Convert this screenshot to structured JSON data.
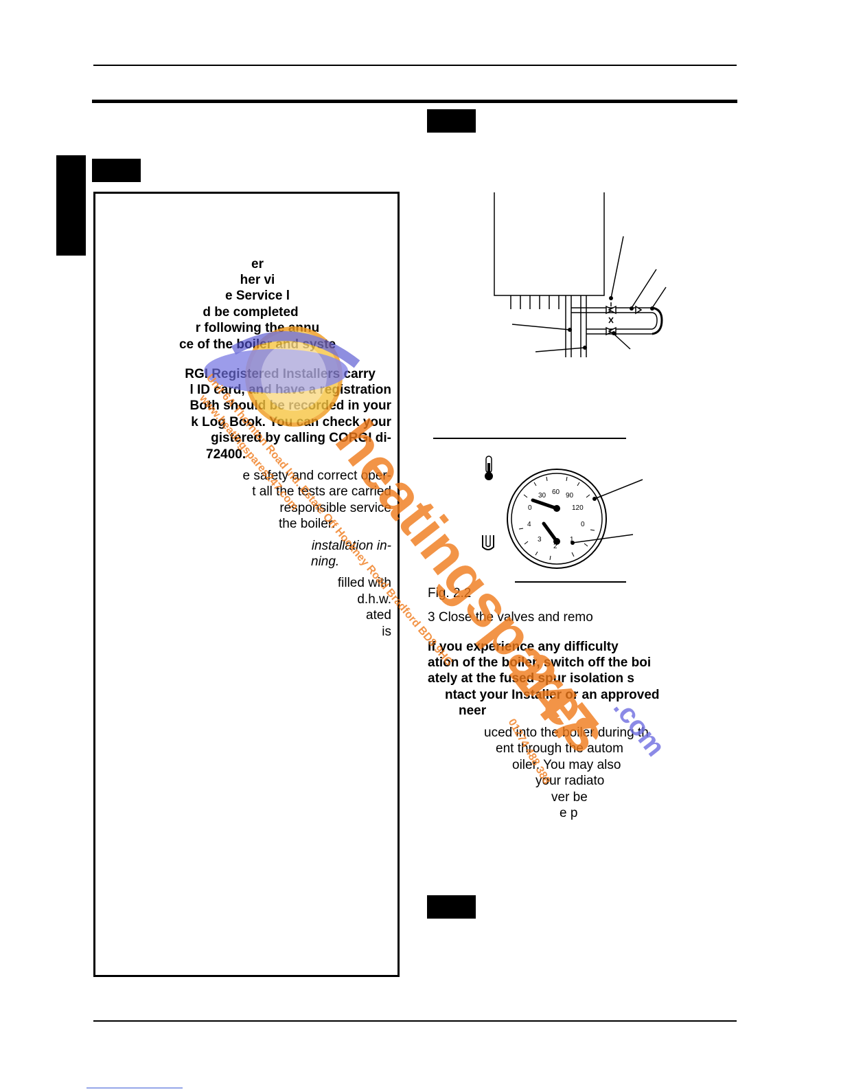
{
  "left_panel": {
    "bold_lines": [
      "er",
      "her vi",
      "e Service l",
      "d be completed",
      "r following the annu",
      "ce of the boiler and syste",
      "RGI  Registered  Installers  carry",
      "l  ID  card,  and  have  a  registration",
      "Both should be recorded in your",
      "k Log Book.  You can check your",
      "gistered by calling CORGI di-",
      "72400."
    ],
    "normal_lines_1": [
      "e safety and correct oper-",
      "t all the tests are carried",
      "responsible  service",
      "the boiler."
    ],
    "italic_lines": [
      "installation in-",
      "ning."
    ],
    "normal_lines_2": [
      "filled with",
      "d.h.w.",
      "ated",
      "is"
    ]
  },
  "right_col": {
    "figure_caption": "Fig. 2.2",
    "step_text": "3   Close the valves and remo",
    "warning_lines": [
      "If you experience any difficulty",
      "ation of the boiler, switch off the boi",
      "ately  at  the  fused  spur  isolation  s",
      "ntact your Installer or an approved",
      "neer"
    ],
    "body_lines": [
      "uced into the boiler during th",
      "ent  through  the  autom",
      "oiler. You may also",
      "your radiato",
      "ver  be",
      "e  p"
    ]
  },
  "gauge": {
    "temp_ticks": [
      "30",
      "60",
      "90",
      "0",
      "120"
    ],
    "pressure_ticks": [
      "4",
      "0",
      "3",
      "2",
      "1"
    ]
  },
  "watermark": {
    "brand": "heatingspares",
    "number": "247",
    "suffix": ".com",
    "address": "Unit 6A Thornton Road Ind. Estate Off Hockney Road Bradford BD8 9HG",
    "site": "www.heatingspares247.com",
    "phone": "01274 488 388"
  },
  "colors": {
    "ink": "#000000",
    "watermark_orange": "#f07a1a",
    "watermark_blue": "#6f6ee0"
  }
}
